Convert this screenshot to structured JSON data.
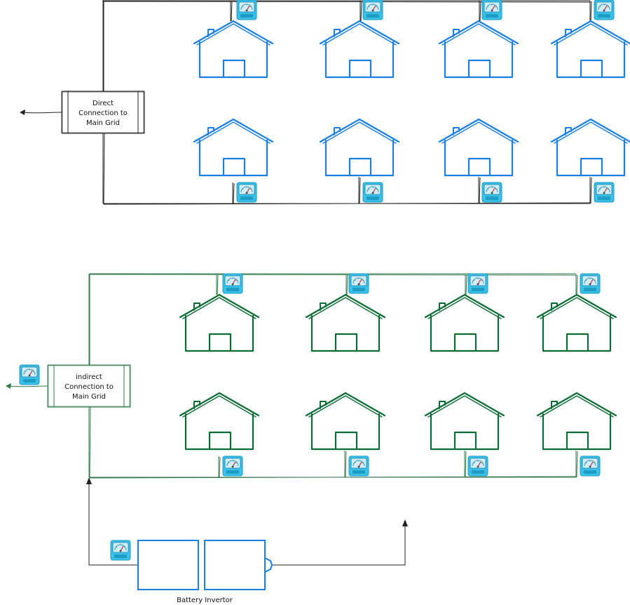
{
  "diagram": {
    "direct_label_lines": [
      "Direct",
      "Connection to",
      "Main Grid"
    ],
    "indirect_label_lines": [
      "indirect",
      "Connection to",
      "Main Grid"
    ],
    "battery_label": "Battery Invertor",
    "colors": {
      "direct_house": "#1a7fe0",
      "indirect_house": "#0b6b35",
      "direct_wire": "#222222",
      "indirect_wire": "#2f7a4a",
      "battery": "#1a7fe0",
      "meter_body": "#38c0e8",
      "meter_face": "#cfeefa"
    },
    "icons": {
      "house": "house-icon",
      "meter": "power-meter-icon",
      "arrow": "arrow-icon"
    }
  }
}
